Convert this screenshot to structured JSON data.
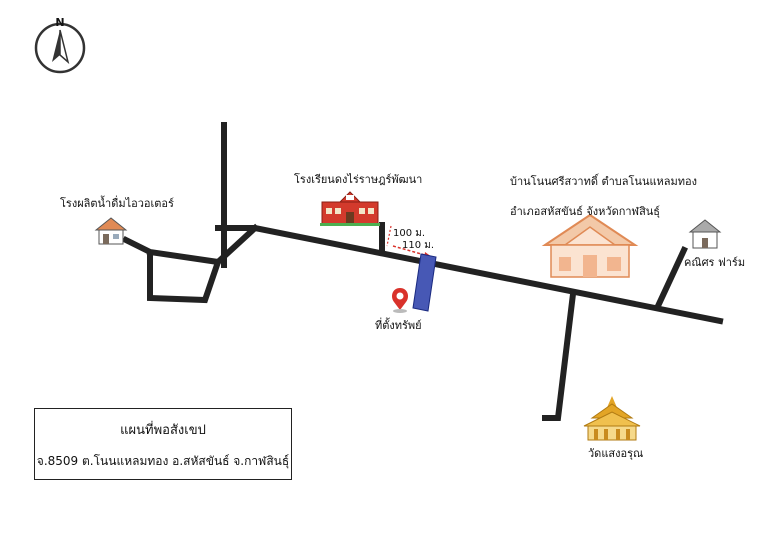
{
  "compass": {
    "letter": "N",
    "icon": "north-arrow-icon"
  },
  "labels": {
    "water_factory": "โรงผลิตน้ำดื่มไอวอเตอร์",
    "school": "โรงเรียนดงไร่ราษฎร์พัฒนา",
    "village_line1": "บ้านโนนศรีสวาทดิ์ ตำบลโนนแหลมทอง",
    "village_line2": "อำเภอสหัสขันธ์ จังหวัดกาฬสินธุ์",
    "farm": "คณิศร ฟาร์ม",
    "property": "ที่ตั้งทรัพย์",
    "temple": "วัดแสงอรุณ",
    "distance_school": "100 ม.",
    "distance_property": "110 ม."
  },
  "legend": {
    "title": "แผนที่พอสังเขป",
    "subtitle": "จ.8509 ต.โนนแหลมทอง อ.สหัสขันธ์ จ.กาฬสินธุ์"
  },
  "colors": {
    "road": "#222222",
    "property_plot": "#4758b5",
    "distance_arrow": "#d9322b",
    "pin": "#d9322b",
    "school_roof": "#d33a2c",
    "house_roof": "#e08a55",
    "temple": "#e3a526"
  },
  "icons": [
    "north-arrow-icon",
    "house-icon",
    "school-icon",
    "large-house-icon",
    "pin-icon",
    "temple-icon"
  ]
}
